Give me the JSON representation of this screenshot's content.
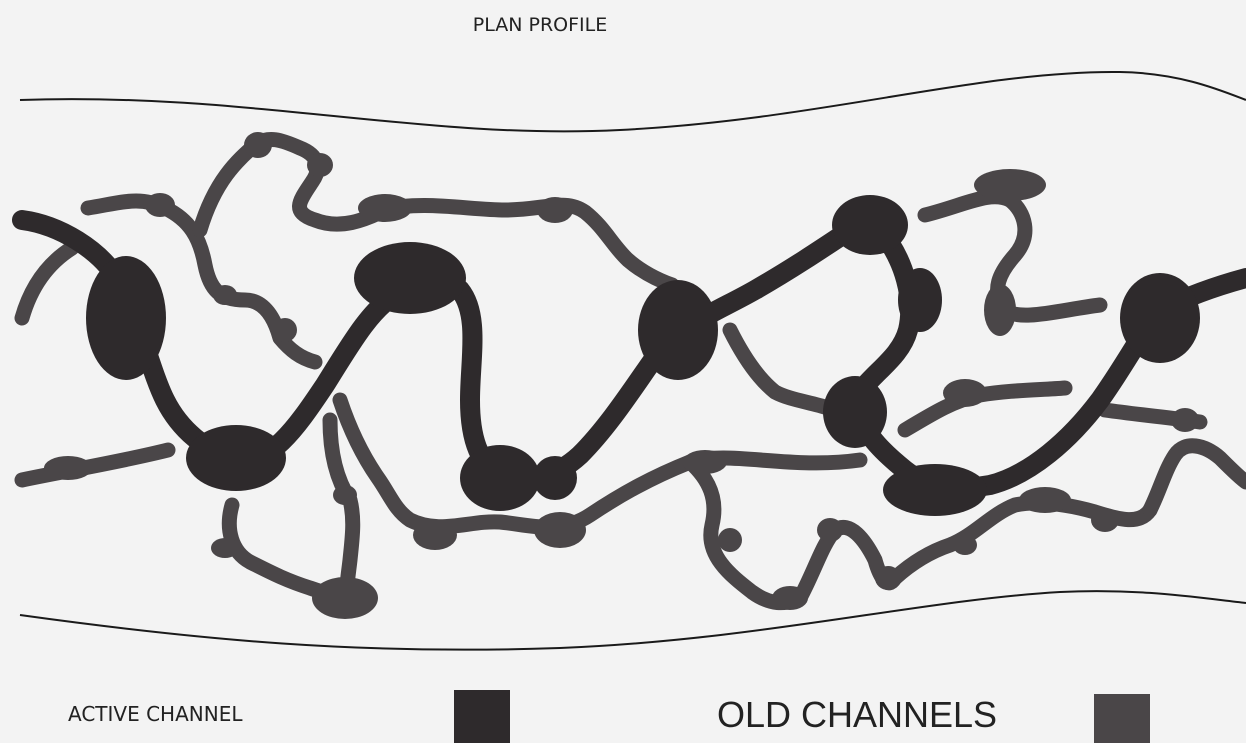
{
  "title": "PLAN PROFILE",
  "legend": {
    "active_label": "ACTIVE CHANNEL",
    "old_label": "OLD CHANNELS"
  },
  "colors": {
    "background": "#f3f3f3",
    "active_channel": "#2e2a2c",
    "old_channels": "#4a4648",
    "banks": "#1a1a1a"
  },
  "icons": {
    "active_swatch": "dark-square",
    "old_swatch": "grey-square"
  }
}
